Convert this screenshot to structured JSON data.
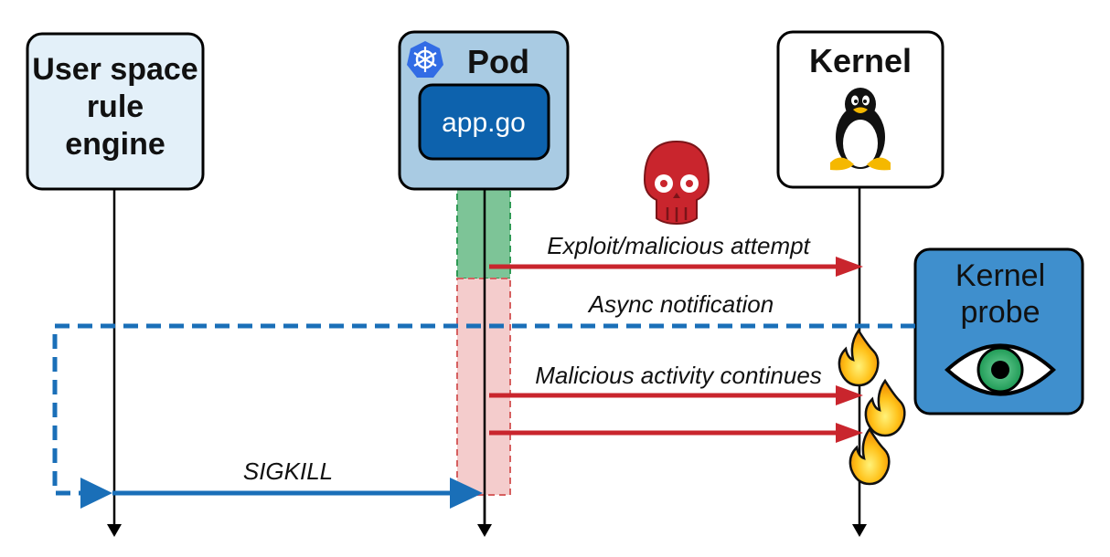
{
  "actors": {
    "engine": {
      "line1": "User space",
      "line2": "rule",
      "line3": "engine"
    },
    "pod": {
      "title": "Pod",
      "app": "app.go",
      "icon": "kubernetes-icon"
    },
    "kernel": {
      "title": "Kernel",
      "icon": "linux-penguin-icon"
    },
    "probe": {
      "line1": "Kernel",
      "line2": "probe",
      "icon": "eye-icon"
    }
  },
  "messages": {
    "exploit": "Exploit/malicious attempt",
    "async": "Async notification",
    "continues": "Malicious activity continues",
    "sigkill": "SIGKILL"
  },
  "icons": {
    "threat": "skull-icon",
    "burn": "fire-icon"
  },
  "colors": {
    "engine_box": "#e3f0f9",
    "pod_box": "#a9cbe3",
    "app_box": "#0d62ad",
    "probe_box": "#3f8fcd",
    "blue_arrow": "#1a6fb8",
    "red_arrow": "#c9252d",
    "skull": "#c9252d",
    "safe_zone": "#7dc497",
    "danger_zone": "#f4cccc"
  }
}
